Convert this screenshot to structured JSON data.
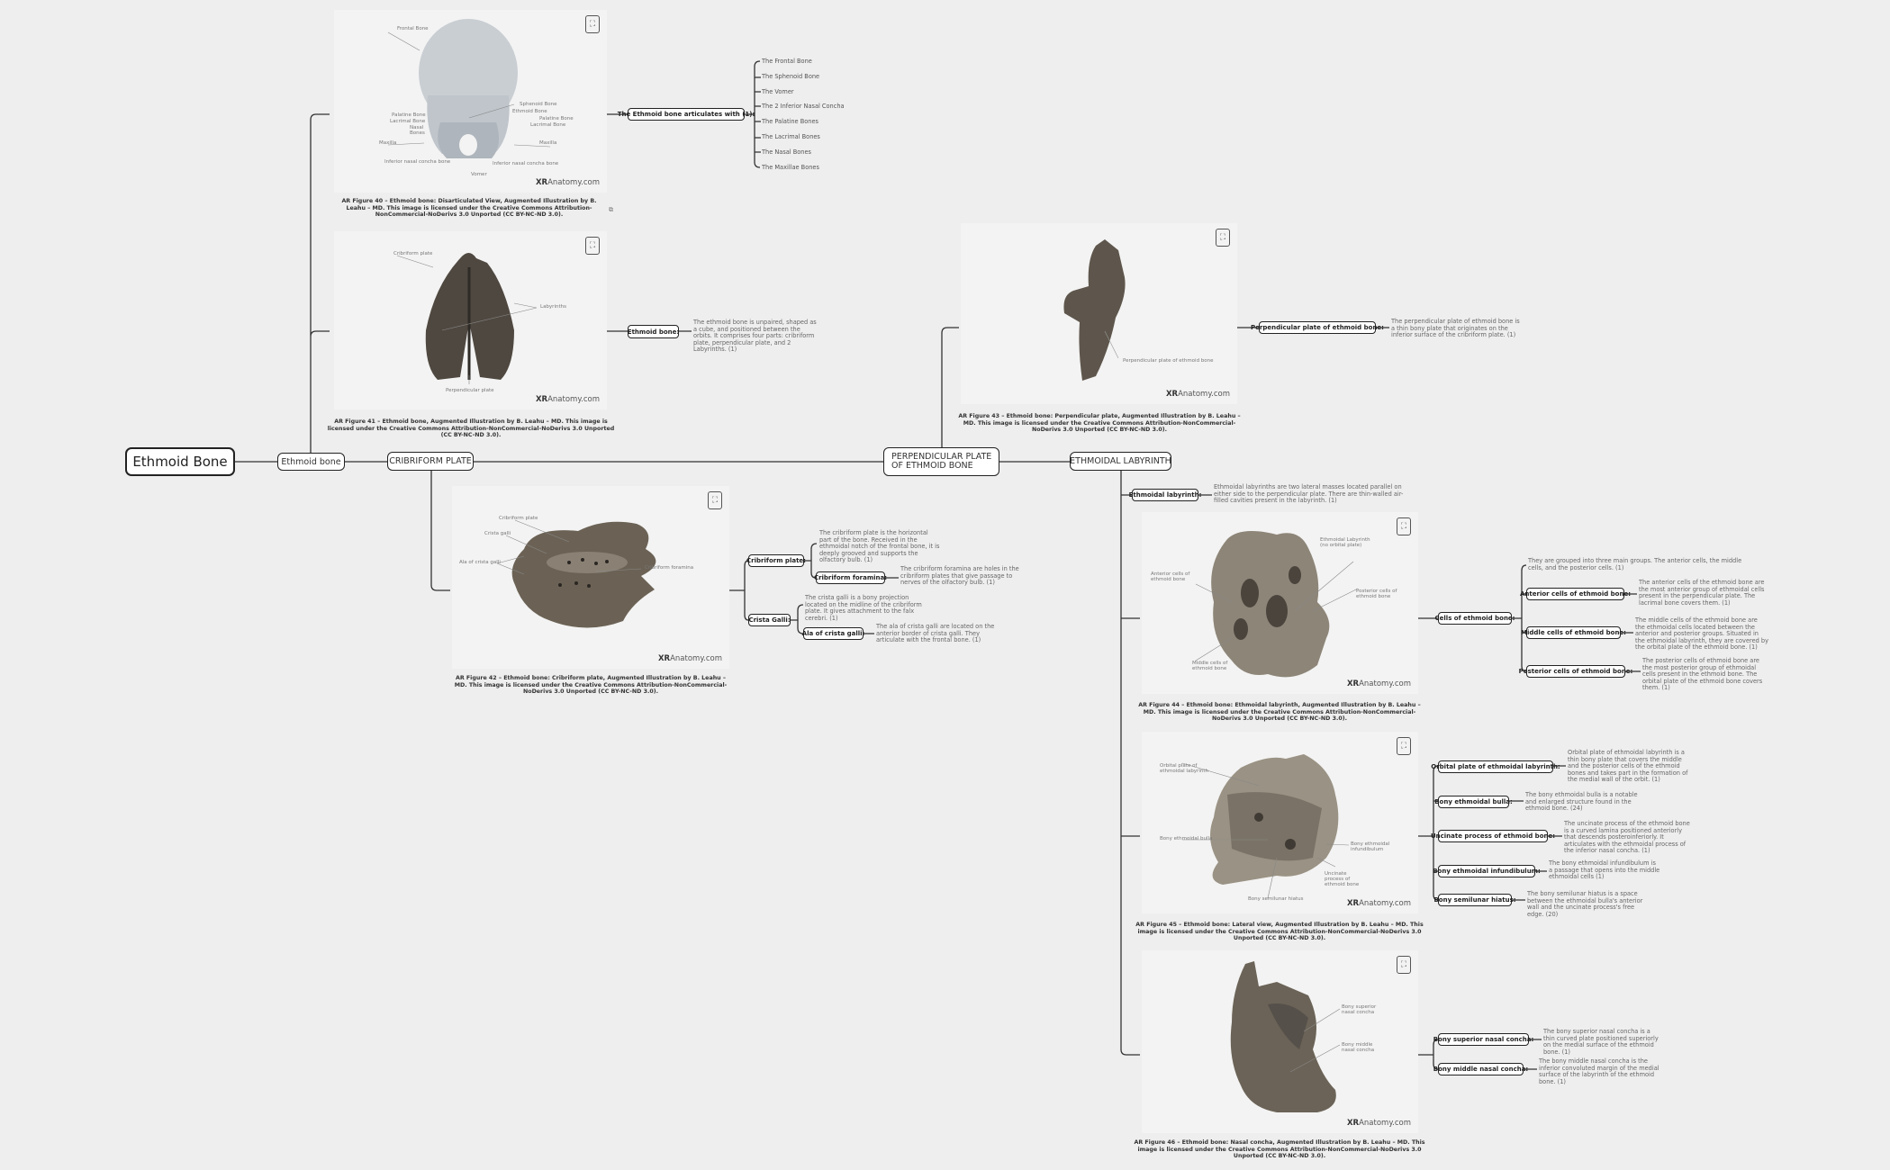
{
  "root": {
    "label": "Ethmoid Bone"
  },
  "main_nodes": {
    "ethmoid_bone": "Ethmoid bone",
    "cribriform": "CRIBRIFORM PLATE",
    "perpendicular": "PERPENDICULAR PLATE OF ETHMOID BONE",
    "labyrinth": "ETHMOIDAL LABYRINTH"
  },
  "watermark": {
    "bold": "XR",
    "rest": "Anatomy.com"
  },
  "expand_icon": "expand-ar-icon",
  "figures": {
    "fig40": {
      "caption": "AR Figure 40 – Ethmoid bone: Disarticulated View, Augmented Illustration by B. Leahu – MD. This image is licensed under the Creative Commons Attribution-NonCommercial-NoDerivs 3.0 Unported (CC BY-NC-ND 3.0).",
      "labels": [
        "Frontal Bone",
        "Sphenoid Bone",
        "Ethmoid Bone",
        "Palatine Bone",
        "Lacrimal Bone",
        "Nasal Bones",
        "Palatine Bone",
        "Lacrimal Bone",
        "Maxilla",
        "Maxilla",
        "Inferior nasal concha bone",
        "Inferior nasal concha bone",
        "Vomer"
      ]
    },
    "fig41": {
      "caption": "AR Figure 41 – Ethmoid bone, Augmented Illustration by B. Leahu – MD. This image is licensed under the Creative Commons Attribution-NonCommercial-NoDerivs 3.0 Unported (CC BY-NC-ND 3.0).",
      "labels": [
        "Cribriform plate",
        "Labyrinths",
        "Perpendicular plate"
      ]
    },
    "fig42": {
      "caption": "AR Figure 42 – Ethmoid bone: Cribriform plate, Augmented Illustration by B. Leahu – MD. This image is licensed under the Creative Commons Attribution-NonCommercial-NoDerivs 3.0 Unported (CC BY-NC-ND 3.0).",
      "labels": [
        "Cribriform plate",
        "Crista galli",
        "Ala of crista galli",
        "Cribriform foramina"
      ]
    },
    "fig43": {
      "caption": "AR Figure 43 – Ethmoid bone: Perpendicular plate, Augmented Illustration by B. Leahu – MD. This image is licensed under the Creative Commons Attribution-NonCommercial-NoDerivs 3.0 Unported (CC BY-NC-ND 3.0).",
      "labels": [
        "Perpendicular plate of ethmoid bone"
      ]
    },
    "fig44": {
      "caption": "AR Figure 44 – Ethmoid bone: Ethmoidal labyrinth, Augmented Illustration by B. Leahu – MD. This image is licensed under the Creative Commons Attribution-NonCommercial-NoDerivs 3.0 Unported (CC BY-NC-ND 3.0).",
      "labels": [
        "Ethmoidal Labyrinth (no orbital plate)",
        "Anterior cells of ethmoid bone",
        "Posterior cells of ethmoid bone",
        "Middle cells of ethmoid bone"
      ]
    },
    "fig45": {
      "caption": "AR Figure 45 – Ethmoid bone: Lateral view, Augmented Illustration by B. Leahu – MD. This image is licensed under the Creative Commons Attribution-NonCommercial-NoDerivs 3.0 Unported (CC BY-NC-ND 3.0).",
      "labels": [
        "Orbital plate of ethmoidal labyrinth",
        "Bony ethmoidal bulla",
        "Bony ethmoidal infundibulum",
        "Uncinate process of ethmoid bone",
        "Bony semilunar hiatus"
      ]
    },
    "fig46": {
      "caption": "AR Figure 46 – Ethmoid bone: Nasal concha, Augmented Illustration by B. Leahu – MD. This image is licensed under the Creative Commons Attribution-NonCommercial-NoDerivs 3.0 Unported (CC BY-NC-ND 3.0).",
      "labels": [
        "Bony superior nasal concha",
        "Bony middle nasal concha"
      ]
    }
  },
  "articulates": {
    "label": "The Ethmoid bone articulates with (1):",
    "items": [
      "The Frontal Bone",
      "The Sphenoid Bone",
      "The Vomer",
      "The 2 Inferior Nasal Concha",
      "The Palatine Bones",
      "The Lacrimal Bones",
      "The Nasal Bones",
      "The Maxillae Bones"
    ]
  },
  "ethmoid_def": {
    "label": "Ethmoid bone:",
    "desc": "The ethmoid bone is unpaired, shaped as a cube, and positioned between the orbits. It comprises four parts: cribriform plate, perpendicular plate, and 2 Labyrinths. (1)"
  },
  "cribriform": {
    "plate": {
      "label": "Cribriform plate:",
      "desc": "The cribriform plate is the horizontal part of the bone. Received in the ethmoidal notch of the frontal bone, it is deeply grooved and supports the olfactory bulb. (1)"
    },
    "foramina": {
      "label": "Cribriform foramina:",
      "desc": "The cribriform foramina are holes in the cribriform plates that give passage to nerves of the olfactory bulb. (1)"
    },
    "crista": {
      "label": "Crista Galli:",
      "desc": "The crista galli is a bony projection located on the midline of the cribriform plate. It gives attachment to the falx cerebri. (1)"
    },
    "ala": {
      "label": "Ala of crista galli:",
      "desc": "The ala of crista galli are located on the anterior border of crista galli. They articulate with the frontal bone. (1)"
    }
  },
  "perpendicular": {
    "label": "Perpendicular plate of ethmoid bone:",
    "desc": "The perpendicular plate of ethmoid bone is a thin bony plate that originates on the inferior surface of the cribriform plate. (1)"
  },
  "labyrinth": {
    "def": {
      "label": "Ethmoidal labyrinth:",
      "desc": "Ethmoidal labyrinths are two lateral masses located parallel on either side to the perpendicular plate. There are thin-walled air-filled cavities present in the labyrinth. (1)"
    },
    "cells": {
      "label": "Cells of ethmoid bone:",
      "intro": "They are grouped into three main groups. The anterior cells, the middle cells, and the posterior cells. (1)",
      "anterior": {
        "label": "Anterior cells of ethmoid bone:",
        "desc": "The anterior cells of the ethmoid bone are the most anterior group of ethmoidal cells present in the perpendicular plate. The lacrimal bone covers them. (1)"
      },
      "middle": {
        "label": "Middle cells of ethmoid bone:",
        "desc": "The middle cells of the ethmoid bone are the ethmoidal cells located between the anterior and posterior groups. Situated in the ethmoidal labyrinth, they are covered by the orbital plate of the ethmoid bone. (1)"
      },
      "posterior": {
        "label": "Posterior cells of ethmoid bone:",
        "desc": "The posterior cells of ethmoid bone are the most posterior group of ethmoidal cells present in the ethmoid bone. The orbital plate of the ethmoid bone covers them. (1)"
      }
    },
    "lateral": [
      {
        "label": "Orbital plate of ethmoidal labyrinth:",
        "desc": "Orbital plate of ethmoidal labyrinth is a thin bony plate that covers the middle and the posterior cells of the ethmoid bones and takes part in the formation of the medial wall of the orbit. (1)"
      },
      {
        "label": "Bony ethmoidal bulla:",
        "desc": "The bony ethmoidal bulla is a notable and enlarged structure found in the ethmoid bone. (24)"
      },
      {
        "label": "Uncinate process of ethmoid bone:",
        "desc": "The uncinate process of the ethmoid bone is a curved lamina positioned anteriorly that descends posteroinferiorly. It articulates with the ethmoidal process of the inferior nasal concha. (1)"
      },
      {
        "label": "Bony ethmoidal infundibulum:",
        "desc": "The bony ethmoidal infundibulum is a passage that opens into the middle ethmoidal cells (1)"
      },
      {
        "label": "Bony semilunar hiatus:",
        "desc": "The bony semilunar hiatus is a space between the ethmoidal bulla's anterior wall and the uncinate process's free edge. (20)"
      }
    ],
    "concha": [
      {
        "label": "Bony superior nasal concha:",
        "desc": "The bony superior nasal concha is a thin curved plate positioned superiorly on the medial surface of the ethmoid bone. (1)"
      },
      {
        "label": "Bony middle nasal concha:",
        "desc": "The bony middle nasal concha is the inferior convoluted margin of the medial surface of the labyrinth of the ethmoid bone. (1)"
      }
    ]
  },
  "colors": {
    "background": "#eeeeee",
    "line": "#333333",
    "node_border": "#222222",
    "bone": "#5e564c",
    "skull": "#c9ced3"
  }
}
